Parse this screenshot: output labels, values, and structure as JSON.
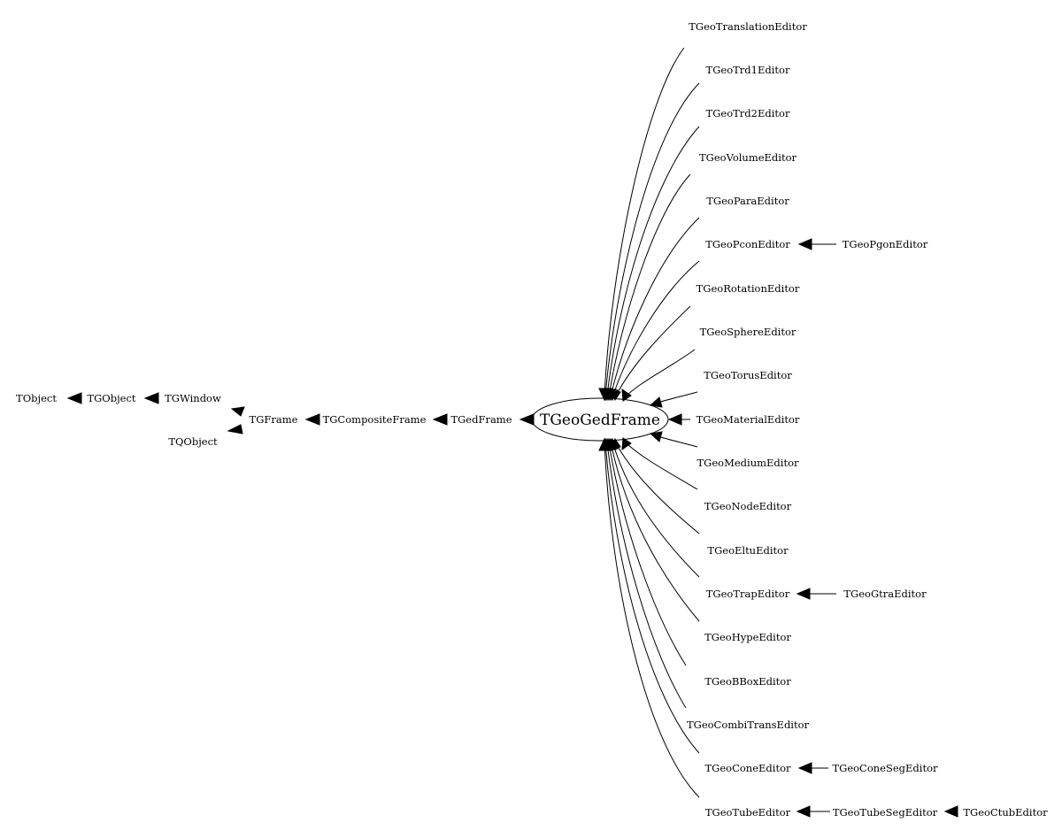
{
  "diagram": {
    "colors": {
      "background": "#ffffff",
      "ink": "#000000"
    },
    "center_node": "TGeoGedFrame",
    "ancestors": {
      "tobject": "TObject",
      "tgobject": "TGObject",
      "tgwindow": "TGWindow",
      "tqobject": "TQObject",
      "tgframe": "TGFrame",
      "tgcompositeframe": "TGCompositeFrame",
      "tgedframe": "TGedFrame"
    },
    "derived": [
      "TGeoTranslationEditor",
      "TGeoTrd1Editor",
      "TGeoTrd2Editor",
      "TGeoVolumeEditor",
      "TGeoParaEditor",
      "TGeoPconEditor",
      "TGeoRotationEditor",
      "TGeoSphereEditor",
      "TGeoTorusEditor",
      "TGeoMaterialEditor",
      "TGeoMediumEditor",
      "TGeoNodeEditor",
      "TGeoEltuEditor",
      "TGeoTrapEditor",
      "TGeoHypeEditor",
      "TGeoBBoxEditor",
      "TGeoCombiTransEditor",
      "TGeoConeEditor",
      "TGeoTubeEditor"
    ],
    "second_level": {
      "pgon": "TGeoPgonEditor",
      "gtra": "TGeoGtraEditor",
      "coneseg": "TGeoConeSegEditor",
      "tubeseg": "TGeoTubeSegEditor",
      "ctub": "TGeoCtubEditor"
    },
    "relations": [
      {
        "from": "TGObject",
        "to": "TObject"
      },
      {
        "from": "TGWindow",
        "to": "TGObject"
      },
      {
        "from": "TGFrame",
        "to": "TGWindow"
      },
      {
        "from": "TGFrame",
        "to": "TQObject"
      },
      {
        "from": "TGCompositeFrame",
        "to": "TGFrame"
      },
      {
        "from": "TGedFrame",
        "to": "TGCompositeFrame"
      },
      {
        "from": "TGeoGedFrame",
        "to": "TGedFrame"
      },
      {
        "from": "TGeoPgonEditor",
        "to": "TGeoPconEditor"
      },
      {
        "from": "TGeoGtraEditor",
        "to": "TGeoTrapEditor"
      },
      {
        "from": "TGeoConeSegEditor",
        "to": "TGeoConeEditor"
      },
      {
        "from": "TGeoTubeSegEditor",
        "to": "TGeoTubeEditor"
      },
      {
        "from": "TGeoCtubEditor",
        "to": "TGeoTubeSegEditor"
      }
    ]
  }
}
